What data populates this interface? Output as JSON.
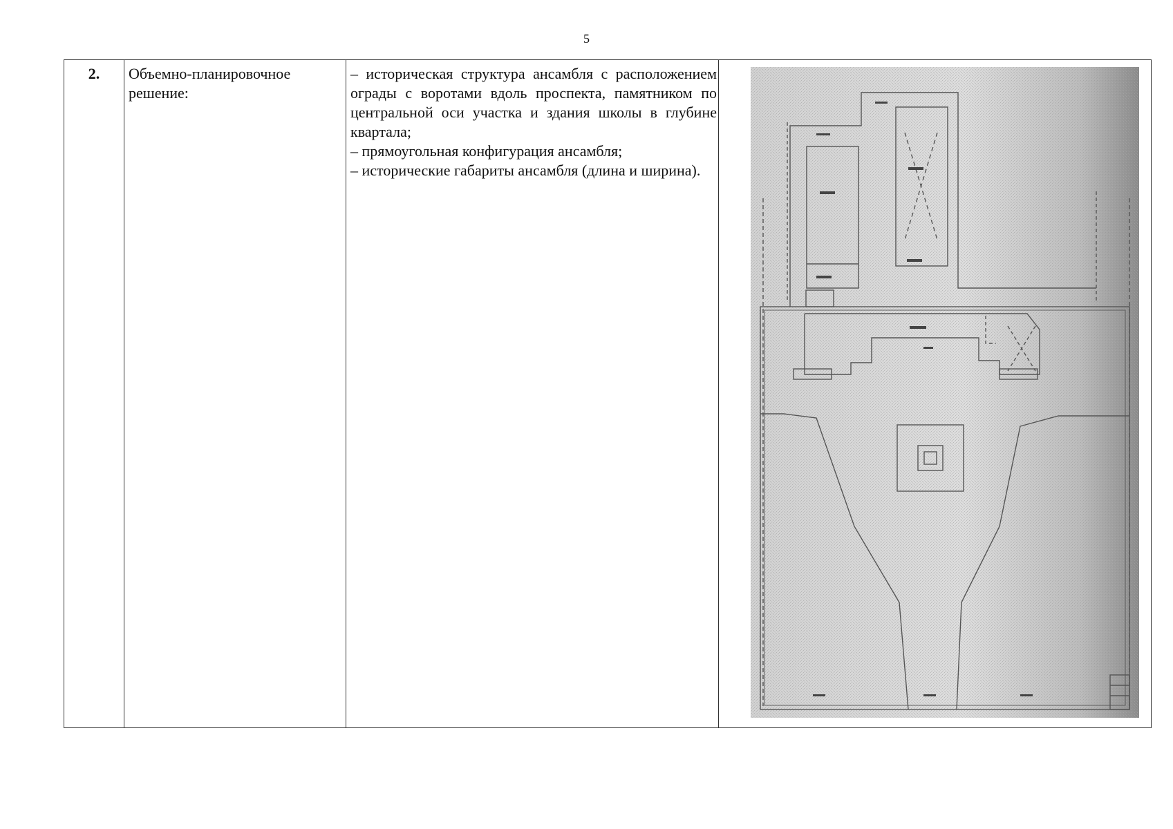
{
  "page_number": "5",
  "row": {
    "number": "2.",
    "name": "Объемно-планировочное решение:",
    "items": [
      "– историческая структура ансамбля с расположением ограды с воротами вдоль проспекта, памятником по центральной оси участка и здания школы в глубине квартала;",
      "– прямоугольная конфигурация ансамбля;",
      "– исторические габариты ансамбля (длина и ширина)."
    ]
  }
}
